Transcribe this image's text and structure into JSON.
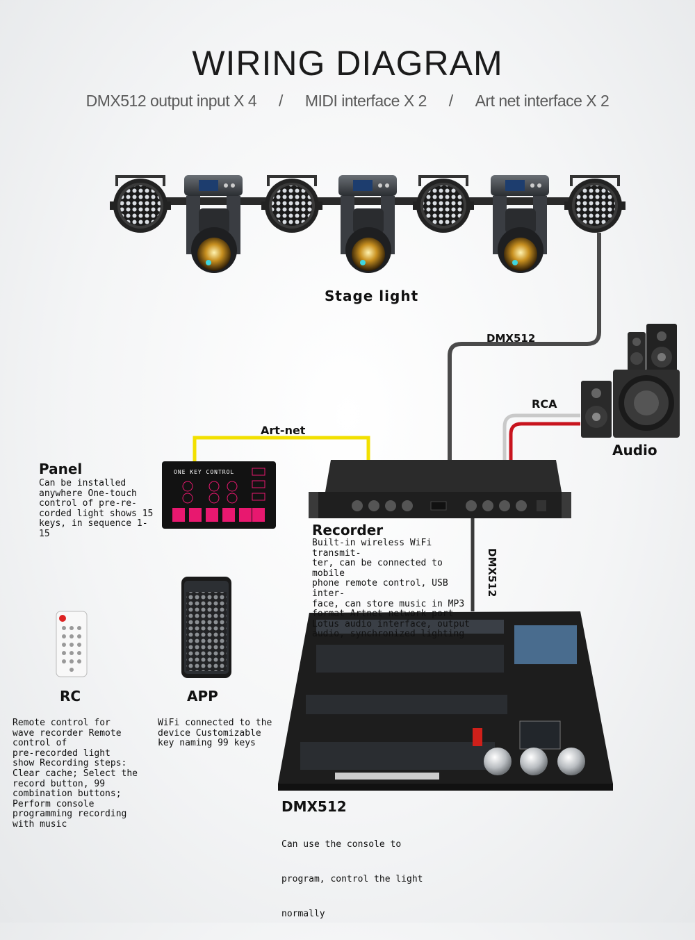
{
  "header": {
    "title": "WIRING DIAGRAM",
    "subtitle_parts": [
      "DMX512 output input X 4",
      "MIDI interface X 2",
      "Art net interface X 2"
    ],
    "separator": "/"
  },
  "stage_light": {
    "label": "Stage light"
  },
  "cables": {
    "dmx_top": "DMX512",
    "rca": "RCA",
    "artnet": "Art-net",
    "dmx_vertical": "DMX512"
  },
  "audio": {
    "label": "Audio"
  },
  "panel": {
    "label": "Panel",
    "description": "Can be installed\nanywhere One-touch\ncontrol of pre-re-\ncorded light shows 15\nkeys, in sequence 1-15",
    "device_title": "ONE KEY CONTROL"
  },
  "recorder": {
    "label": "Recorder",
    "description": "Built-in wireless WiFi transmit-\nter, can be connected to mobile\nphone remote control, USB inter-\nface, can store music in MP3\nformat Artnet network port\nLotus audio interface, output\naudio, synchronized lighting"
  },
  "rc": {
    "label": "RC",
    "description": "Remote control for\nwave recorder Remote\ncontrol of\npre-recorded light\nshow Recording steps:\nClear cache; Select the\nrecord button, 99\ncombination buttons;\nPerform console\nprogramming recording\nwith music"
  },
  "app": {
    "label": "APP",
    "description": "WiFi connected to the\ndevice Customizable\nkey naming 99 keys"
  },
  "console": {
    "label": "DMX512",
    "description_lines": [
      "Can use the console to",
      "program, control the light",
      "normally"
    ]
  },
  "colors": {
    "artnet_cable": "#f2e000",
    "dmx_cable": "#4a4a4a",
    "rca_red": "#c8141e",
    "rca_white": "#c9c9c9",
    "panel_accent": "#e8186f"
  },
  "icons": [
    "par-light-icon",
    "moving-head-icon",
    "speaker-icon",
    "recorder-device-icon",
    "panel-device-icon",
    "remote-control-icon",
    "phone-icon",
    "console-icon"
  ]
}
